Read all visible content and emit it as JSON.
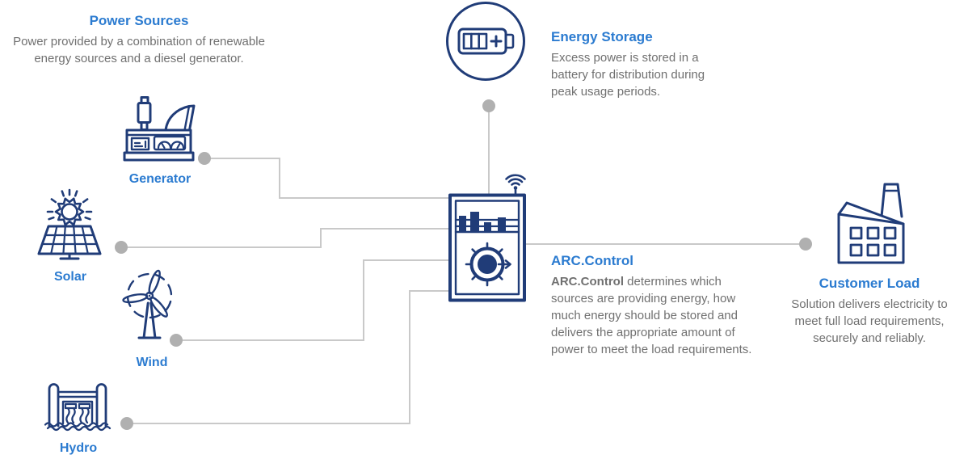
{
  "colors": {
    "heading_blue": "#2b7bd0",
    "icon_navy": "#203c78",
    "body_gray": "#707070",
    "connector_gray": "#c9c9c9",
    "dot_gray": "#b0b0b0",
    "background": "#ffffff"
  },
  "power_sources": {
    "title": "Power Sources",
    "description": "Power provided by a combination of renewable energy sources and a diesel generator."
  },
  "sources": [
    {
      "id": "generator",
      "label": "Generator",
      "icon": "generator-icon"
    },
    {
      "id": "solar",
      "label": "Solar",
      "icon": "solar-panel-icon"
    },
    {
      "id": "wind",
      "label": "Wind",
      "icon": "wind-turbine-icon"
    },
    {
      "id": "hydro",
      "label": "Hydro",
      "icon": "hydro-dam-icon"
    }
  ],
  "energy_storage": {
    "title": "Energy Storage",
    "description": "Excess power is stored in a battery for distribution during peak usage periods.",
    "icon": "battery-icon"
  },
  "control": {
    "title": "ARC.Control",
    "description_lead": "ARC.Control",
    "description_rest": " determines which sources are providing energy, how much energy should be stored and delivers the appropriate amount of power to meet the load requirements.",
    "icon": "control-unit-icon"
  },
  "customer_load": {
    "title": "Customer Load",
    "description": "Solution delivers electricity to meet full load requirements, securely and reliably.",
    "icon": "factory-icon"
  },
  "connections": [
    {
      "from": "Generator",
      "to": "ARC.Control"
    },
    {
      "from": "Solar",
      "to": "ARC.Control"
    },
    {
      "from": "Wind",
      "to": "ARC.Control"
    },
    {
      "from": "Hydro",
      "to": "ARC.Control"
    },
    {
      "from": "Energy Storage",
      "to": "ARC.Control"
    },
    {
      "from": "ARC.Control",
      "to": "Customer Load"
    }
  ]
}
